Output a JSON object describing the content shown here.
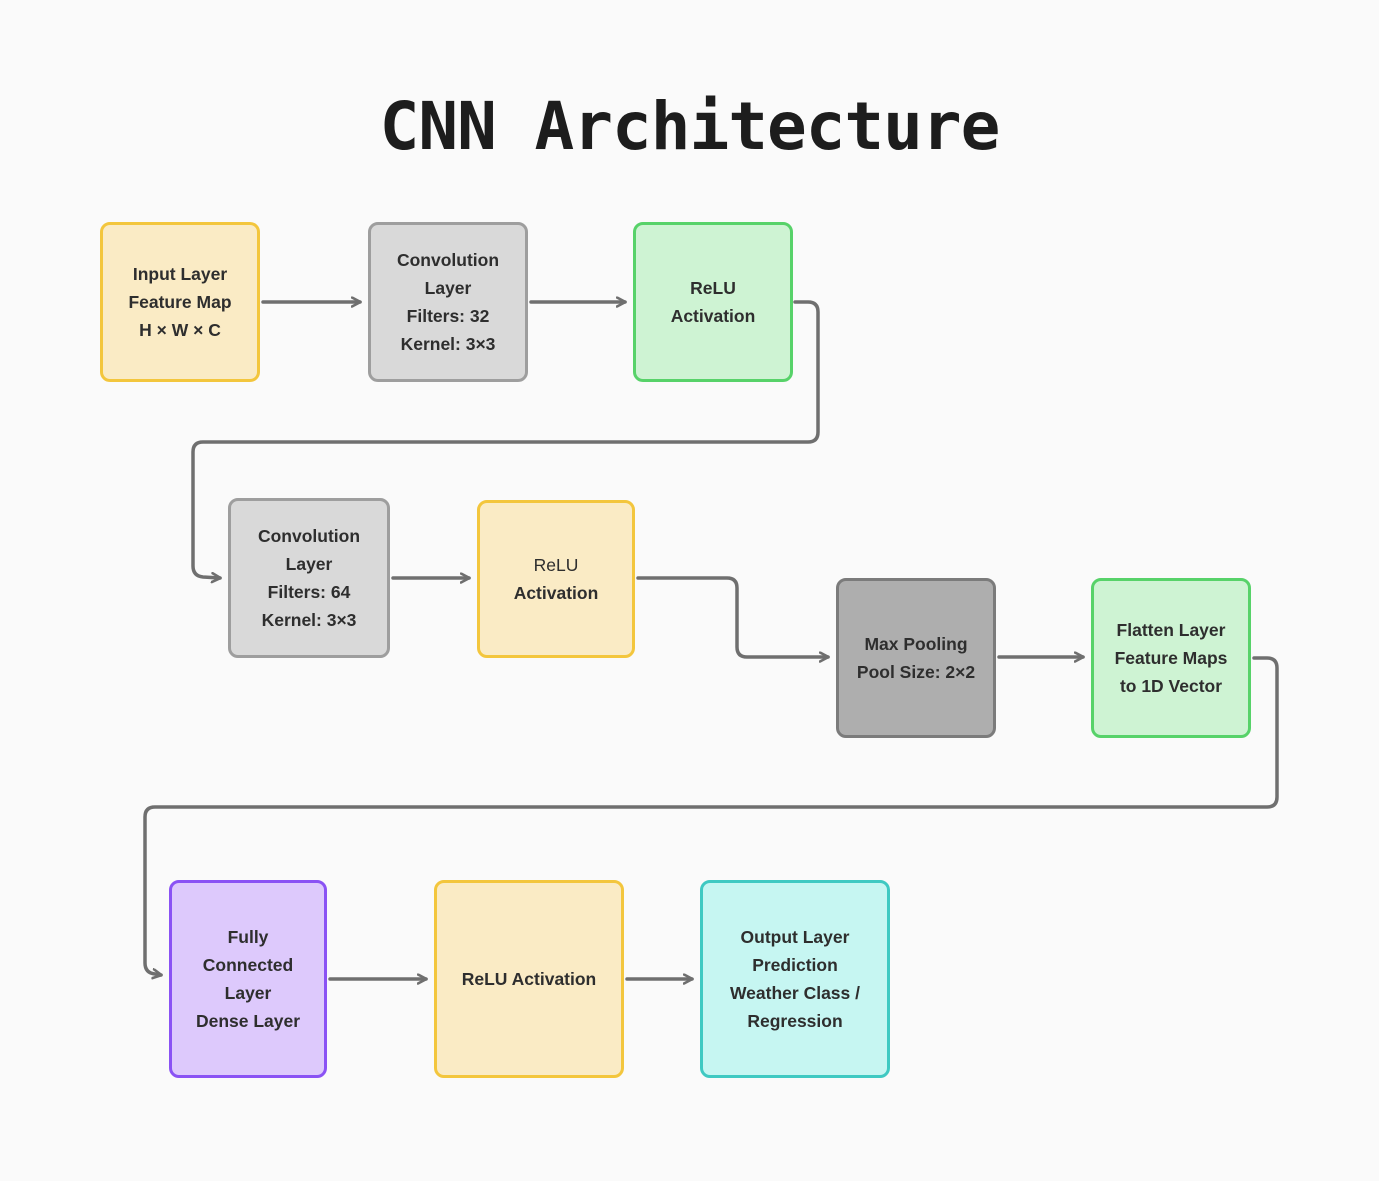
{
  "title": "CNN Architecture",
  "colors": {
    "text": "#2e2e2e",
    "arrow": "#6f6f6f",
    "yellowFill": "#faebc5",
    "yellowEdge": "#f3c63d",
    "grayFill": "#d9d9d9",
    "grayEdge": "#9e9e9e",
    "darkGrayFill": "#aeaeae",
    "darkGrayEdge": "#7b7b7b",
    "greenFill": "#cef3d3",
    "greenEdge": "#57d269",
    "purpleFill": "#ddc9fc",
    "purpleEdge": "#8a52f4",
    "cyanFill": "#c6f6f2",
    "cyanEdge": "#3fc9c2"
  },
  "nodes": {
    "input": {
      "lines": [
        "Input Layer",
        "Feature Map",
        "H × W × C"
      ]
    },
    "conv1": {
      "lines": [
        "Convolution",
        "Layer",
        "Filters: 32",
        "Kernel: 3×3"
      ]
    },
    "relu1": {
      "lines": [
        "ReLU",
        "Activation"
      ]
    },
    "conv2": {
      "lines": [
        "Convolution",
        "Layer",
        "Filters: 64",
        "Kernel: 3×3"
      ]
    },
    "relu2": {
      "lines": [
        "ReLU",
        "Activation"
      ]
    },
    "maxpool": {
      "lines": [
        "Max Pooling",
        "Pool Size: 2×2"
      ]
    },
    "flatten": {
      "lines": [
        "Flatten Layer",
        "Feature Maps",
        "to 1D Vector"
      ]
    },
    "fc": {
      "lines": [
        "Fully",
        "Connected",
        "Layer",
        "Dense Layer"
      ]
    },
    "relu3": {
      "lines": [
        "ReLU Activation"
      ]
    },
    "output": {
      "lines": [
        "Output Layer",
        "Prediction",
        "Weather Class /",
        "Regression"
      ]
    }
  },
  "edges": [
    {
      "from": "input",
      "to": "conv1"
    },
    {
      "from": "conv1",
      "to": "relu1"
    },
    {
      "from": "relu1",
      "to": "conv2"
    },
    {
      "from": "conv2",
      "to": "relu2"
    },
    {
      "from": "relu2",
      "to": "maxpool"
    },
    {
      "from": "maxpool",
      "to": "flatten"
    },
    {
      "from": "flatten",
      "to": "fc"
    },
    {
      "from": "fc",
      "to": "relu3"
    },
    {
      "from": "relu3",
      "to": "output"
    }
  ]
}
